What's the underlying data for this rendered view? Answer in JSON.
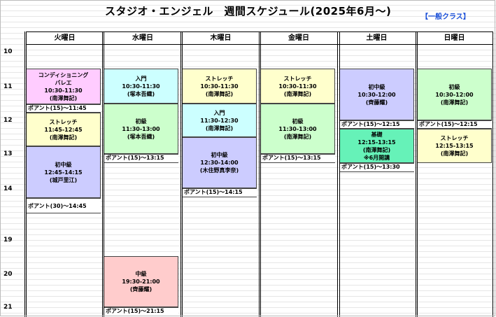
{
  "title": "スタジオ・エンジェル　週間スケジュール(2025年6月～)",
  "tag": "【一般クラス】",
  "days": [
    "火曜日",
    "水曜日",
    "木曜日",
    "金曜日",
    "土曜日",
    "日曜日"
  ],
  "hours": [
    "10",
    "11",
    "12",
    "13",
    "14",
    "19",
    "20",
    "21"
  ],
  "tue": {
    "b1": {
      "l1": "コンディショニング",
      "l2": "バレエ",
      "time": "10:30-11:30",
      "teacher": "(南澤舞記)"
    },
    "p1": "ポアント(15)～11:45",
    "b2": {
      "l1": "ストレッチ",
      "time": "11:45-12:45",
      "teacher": "(南澤舞記)"
    },
    "b3": {
      "l1": "初中級",
      "time": "12:45-14:15",
      "teacher": "(城戸里江)"
    },
    "p3": "ポアント(30)～14:45"
  },
  "wed": {
    "b1": {
      "l1": "入門",
      "time": "10:30-11:30",
      "teacher": "(塚本吾織)"
    },
    "b2": {
      "l1": "初級",
      "time": "11:30-13:00",
      "teacher": "(塚本吾織)"
    },
    "p2": "ポアント(15)～13:15",
    "b3": {
      "l1": "中級",
      "time": "19:30-21:00",
      "teacher": "(齊藤耀)"
    },
    "p3": "ポアント(15)～21:15"
  },
  "thu": {
    "b1": {
      "l1": "ストレッチ",
      "time": "10:30-11:30",
      "teacher": "(南澤舞記)"
    },
    "b2": {
      "l1": "入門",
      "time": "11:30-12:30",
      "teacher": "(南澤舞記)"
    },
    "b3": {
      "l1": "初中級",
      "time": "12:30-14:00",
      "teacher": "(木住野真李奈)"
    },
    "p3": "ポアント(15)～14:15"
  },
  "fri": {
    "b1": {
      "l1": "ストレッチ",
      "time": "10:30-11:30",
      "teacher": "(南澤舞記)"
    },
    "b2": {
      "l1": "初級",
      "time": "11:30-13:00",
      "teacher": "(南澤舞記)"
    },
    "p2": "ポアント(15)～13:15"
  },
  "sat": {
    "b1": {
      "l1": "初中級",
      "time": "10:30-12:00",
      "teacher": "(齊藤耀)"
    },
    "p1": "ポアント(15)～12:15",
    "b2": {
      "l1": "基礎",
      "time": "12:15-13:15",
      "teacher": "(南澤舞記)",
      "note": "※6月開講"
    },
    "p2": "ポアント(15)～13:30"
  },
  "sun": {
    "b1": {
      "l1": "初級",
      "time": "10:30-12:00",
      "teacher": "(南澤舞記)"
    },
    "p1": "ポアント(15)～12:15",
    "b2": {
      "l1": "ストレッチ",
      "time": "12:15-13:15",
      "teacher": "(南澤舞記)"
    }
  },
  "colors": {
    "pink": "#ffccff",
    "cyan": "#ccffff",
    "yellow": "#ffffcc",
    "green": "#ccffcc",
    "lavender": "#ccccff",
    "salmon": "#ffcccc",
    "teal": "#66f2b8",
    "tag_blue": "#1a4fd8"
  }
}
